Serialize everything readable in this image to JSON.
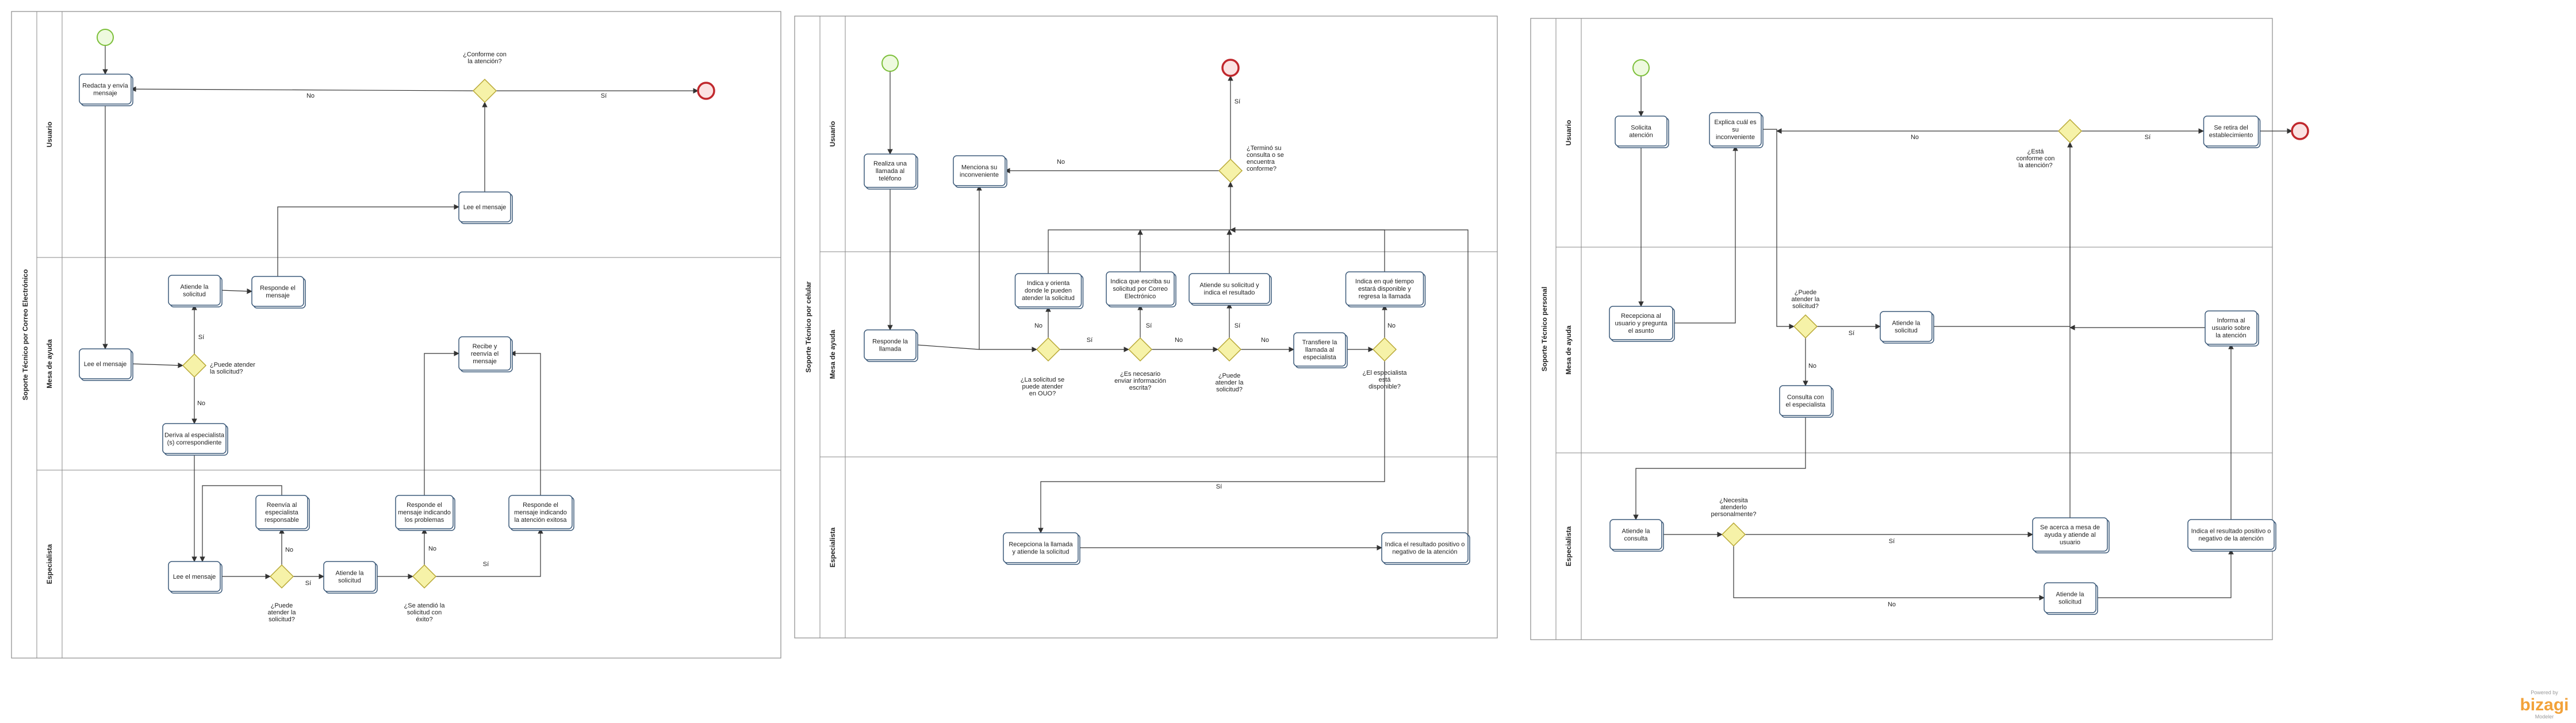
{
  "pools": [
    {
      "title": "Soporte Técnico por Correo Electrónico",
      "lanes": [
        "Usuario",
        "Mesa de ayuda",
        "Especialista"
      ],
      "tasks": {
        "redacta": [
          "Redacta y envía",
          "mensaje"
        ],
        "lee_mesa": [
          "Lee el mensaje"
        ],
        "atiende_mesa": [
          "Atiende la",
          "solicitud"
        ],
        "responde_mesa": [
          "Responde el",
          "mensaje"
        ],
        "deriva": [
          "Deriva al especialista",
          "(s) correspondiente"
        ],
        "lee_usuario": [
          "Lee el mensaje"
        ],
        "recibe": [
          "Recibe y",
          "reenvía el",
          "mensaje"
        ],
        "lee_esp": [
          "Lee el mensaje"
        ],
        "reenvia_esp": [
          "Reenvía al",
          "especialista",
          "responsable"
        ],
        "atiende_esp": [
          "Atiende la",
          "solicitud"
        ],
        "responde_prob": [
          "Responde el",
          "mensaje indicando",
          "los problemas"
        ],
        "responde_exito": [
          "Responde el",
          "mensaje indicando",
          "la atención exitosa"
        ]
      },
      "gateways": {
        "conforme": [
          "¿Conforme con",
          "la atención?"
        ],
        "puede_mesa": [
          "¿Puede atender",
          "la solicitud?"
        ],
        "puede_esp": [
          "¿Puede",
          "atender la",
          "solicitud?"
        ],
        "exito": [
          "¿Se atendió la",
          "solicitud con",
          "éxito?"
        ]
      },
      "flow_labels": {
        "no": "No",
        "si": "Sí"
      }
    },
    {
      "title": "Soporte Técnico por celular",
      "lanes": [
        "Usuario",
        "Mesa de ayuda",
        "Especialista"
      ],
      "tasks": {
        "llamada": [
          "Realiza una",
          "llamada al",
          "teléfono"
        ],
        "menciona": [
          "Menciona su",
          "inconveniente"
        ],
        "responde_llamada": [
          "Responde la",
          "llamada"
        ],
        "indica_orienta": [
          "Indica y orienta",
          "donde le pueden",
          "atender la solicitud"
        ],
        "indica_correo": [
          "Indica que escriba su",
          "solicitud por Correo",
          "Electrónico"
        ],
        "atiende_indica": [
          "Atiende su solicitud y",
          "indica el resultado"
        ],
        "transfiere": [
          "Transfiere la",
          "llamada al",
          "especialista"
        ],
        "indica_tiempo": [
          "Indica en qué tiempo",
          "estará disponible y",
          "regresa la llamada"
        ],
        "recepciona": [
          "Recepciona la llamada",
          "y atiende la solicitud"
        ],
        "resultado": [
          "Indica el resultado positivo o",
          "negativo de la atención"
        ]
      },
      "gateways": {
        "termino": [
          "¿Terminó su",
          "consulta o  se",
          "encuentra",
          "conforme?"
        ],
        "ouo": [
          "¿La solicitud se",
          "puede atender",
          "en OUO?"
        ],
        "necesario": [
          "¿Es necesario",
          "enviar información",
          "escrita?"
        ],
        "puede": [
          "¿Puede",
          "atender la",
          "solicitud?"
        ],
        "disponible": [
          "¿El especialista",
          "está",
          "disponible?"
        ]
      },
      "flow_labels": {
        "no": "No",
        "si": "Sí"
      }
    },
    {
      "title": "Soporte Técnico personal",
      "lanes": [
        "Usuario",
        "Mesa de ayuda",
        "Especialista"
      ],
      "tasks": {
        "solicita": [
          "Solicita",
          "atención"
        ],
        "explica": [
          "Explica cuál es",
          "su",
          "inconveniente"
        ],
        "retira": [
          "Se retira del",
          "establecimiento"
        ],
        "recepciona": [
          "Recepciona al",
          "usuario y pregunta",
          "el asunto"
        ],
        "atiende_mesa": [
          "Atiende la",
          "solicitud"
        ],
        "consulta": [
          "Consulta con",
          "el especialista"
        ],
        "informa": [
          "Informa al",
          "usuario sobre",
          "la atención"
        ],
        "atiende_consulta": [
          "Atiende la",
          "consulta"
        ],
        "acerca": [
          "Se acerca a mesa de",
          "ayuda y atiende al",
          "usuario"
        ],
        "atiende_esp": [
          "Atiende la",
          "solicitud"
        ],
        "resultado": [
          "Indica el resultado positivo o",
          "negativo de la atención"
        ]
      },
      "gateways": {
        "conforme": [
          "¿Está",
          "conforme con",
          "la atención?"
        ],
        "puede": [
          "¿Puede",
          "atender la",
          "solicitud?"
        ],
        "necesita": [
          "¿Necesita",
          "atenderlo",
          "personalmente?"
        ]
      },
      "flow_labels": {
        "no": "No",
        "si": "Sí"
      }
    }
  ],
  "watermark": {
    "powered": "Powered by",
    "brand": "bizagi",
    "sub": "Modeler"
  },
  "colors": {
    "lane_stroke": "#8a8a8a",
    "task_stroke": "#3c5a7a",
    "gateway_fill": "#f6f2a8",
    "gateway_stroke": "#b8a836",
    "start_stroke": "#7cbf3a",
    "end_stroke": "#c0282d",
    "watermark": "#f2a23a"
  }
}
